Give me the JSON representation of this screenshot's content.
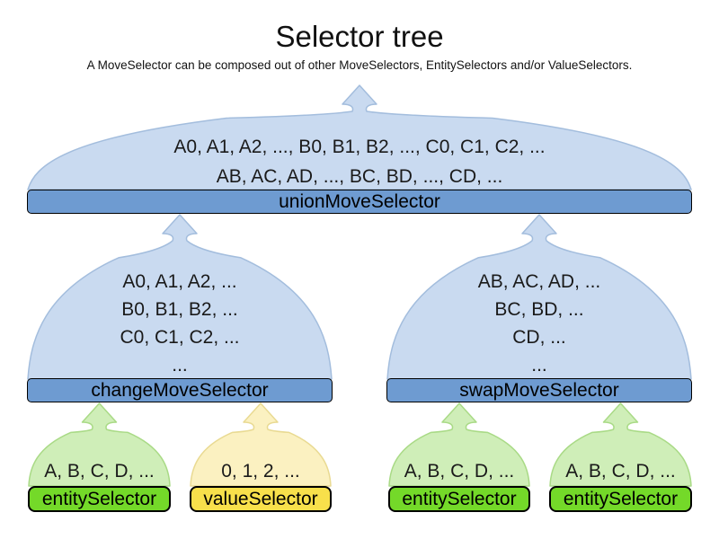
{
  "page": {
    "title": "Selector tree",
    "subtitle": "A MoveSelector can be composed out of other MoveSelectors, EntitySelectors and/or ValueSelectors."
  },
  "colors": {
    "blue_funnel_fill": "#c9daf0",
    "blue_funnel_stroke": "#a3bddd",
    "blue_bar_fill": "#6e9bd1",
    "green_funnel_fill": "#cfeeb8",
    "green_funnel_stroke": "#a9da86",
    "green_bar_fill": "#74d929",
    "yellow_funnel_fill": "#fbf1c1",
    "yellow_funnel_stroke": "#e9da92",
    "yellow_bar_fill": "#f8e04b",
    "text": "#1a1a1a"
  },
  "nodes": {
    "union": {
      "label": "unionMoveSelector",
      "lines": [
        "A0, A1, A2, ..., B0, B1, B2, ..., C0, C1, C2, ...",
        "AB, AC, AD, ..., BC, BD, ..., CD, ..."
      ]
    },
    "change": {
      "label": "changeMoveSelector",
      "lines": [
        "A0, A1, A2, ...",
        "B0, B1, B2, ...",
        "C0, C1, C2, ...",
        "..."
      ]
    },
    "swap": {
      "label": "swapMoveSelector",
      "lines": [
        "AB, AC, AD, ...",
        "BC, BD, ...",
        "CD, ...",
        "..."
      ]
    },
    "entity1": {
      "label": "entitySelector",
      "lines": [
        "A, B, C, D, ..."
      ]
    },
    "value1": {
      "label": "valueSelector",
      "lines": [
        "0, 1, 2, ..."
      ]
    },
    "entity2": {
      "label": "entitySelector",
      "lines": [
        "A, B, C, D, ..."
      ]
    },
    "entity3": {
      "label": "entitySelector",
      "lines": [
        "A, B, C, D, ..."
      ]
    }
  }
}
